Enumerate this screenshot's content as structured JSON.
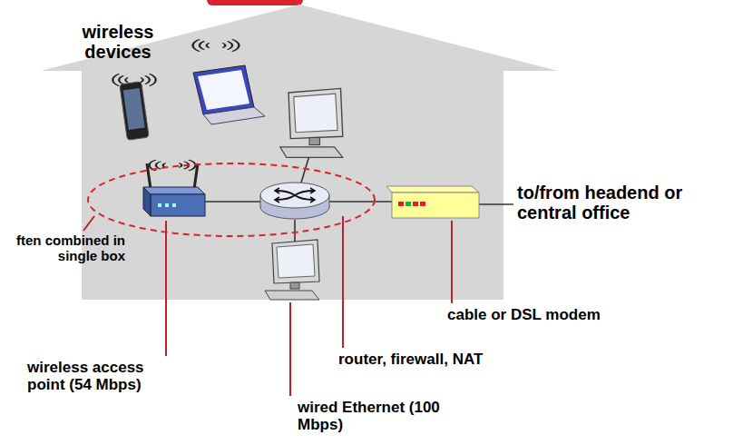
{
  "diagram": {
    "labels": [
      "wireless devices",
      "ften combined in single box",
      "to/from headend or central office",
      "cable or DSL modem",
      "router, firewall, NAT",
      "wireless access point (54 Mbps)",
      "wired Ethernet (100 Mbps)"
    ]
  }
}
